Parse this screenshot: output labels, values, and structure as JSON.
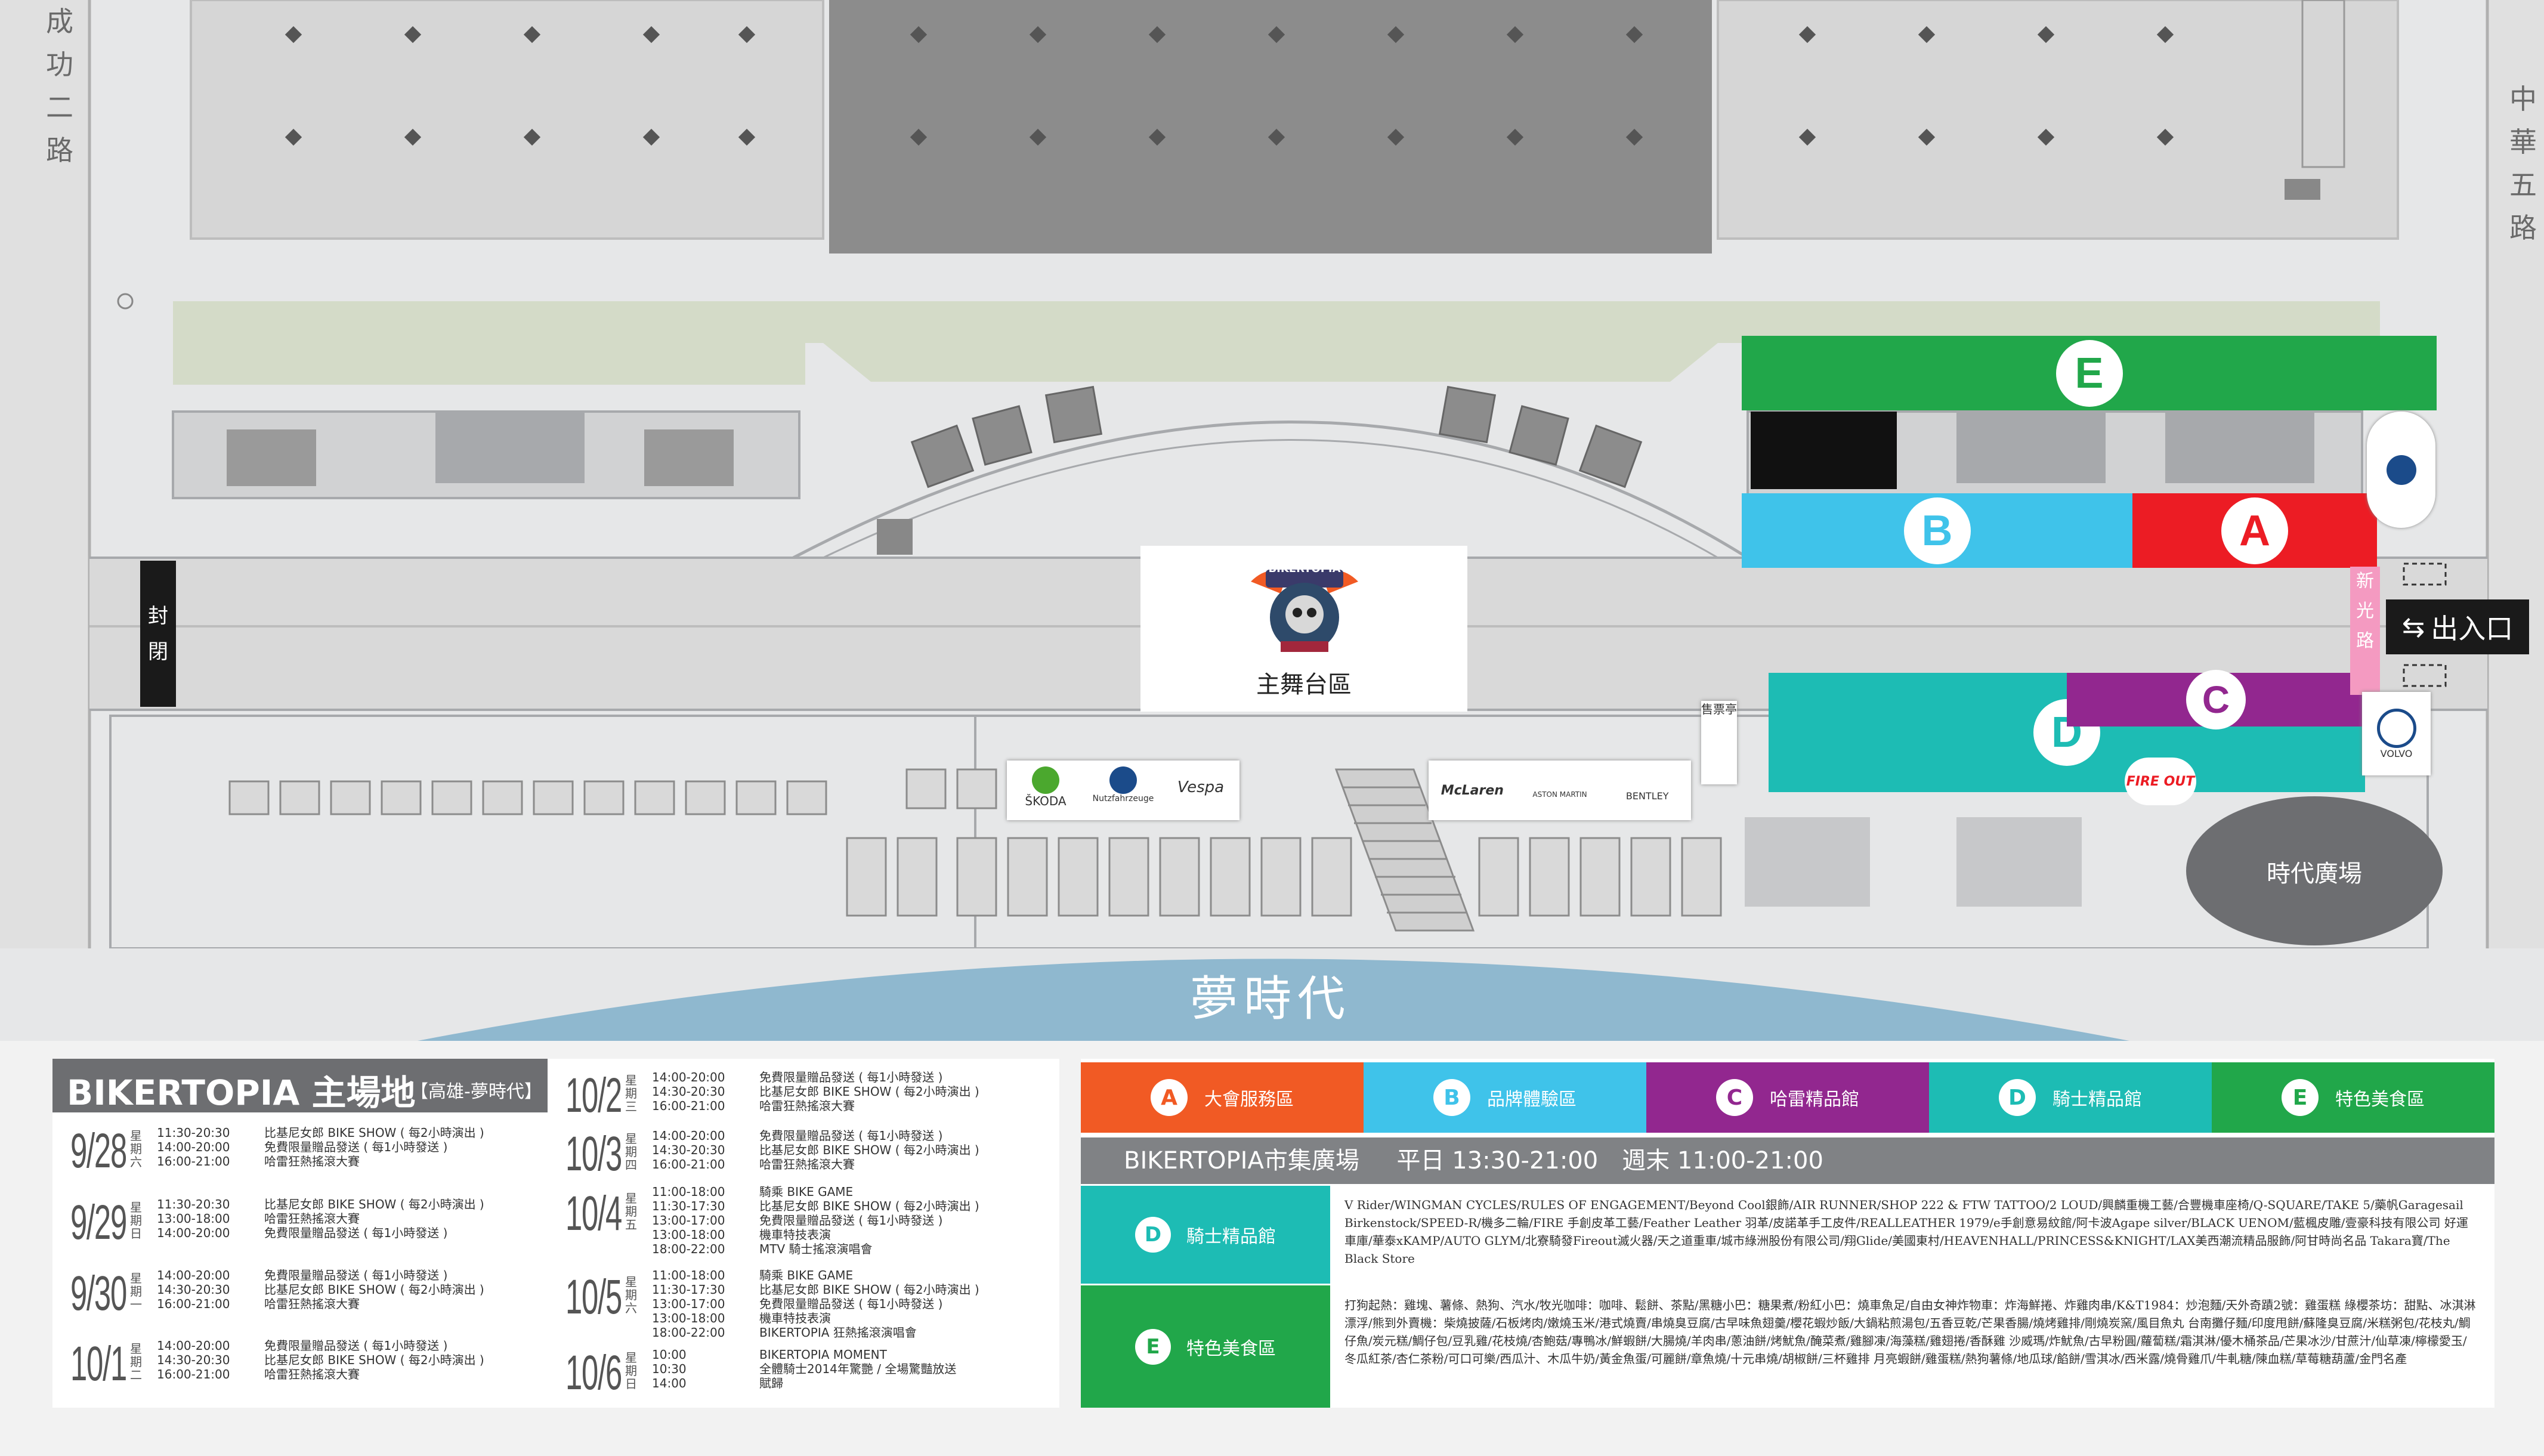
{
  "roads": {
    "left": "成功二路",
    "right": "中華五路",
    "closed": "封閉",
    "side": "新光路"
  },
  "map": {
    "main_stage": "主舞台區",
    "stage_logo_text": "BIKERTOPIA",
    "times_square": "時代廣場",
    "dream_mall": "夢時代",
    "entrance": "出入口",
    "ticket_booth": "售票亭",
    "plaza_text": "廣場",
    "fire_out": "FIRE OUT",
    "zones": [
      {
        "letter": "E",
        "color": "#21a74a"
      },
      {
        "letter": "B",
        "color": "#3fc3ea"
      },
      {
        "letter": "A",
        "color": "#ec1c24"
      },
      {
        "letter": "C",
        "color": "#92278f"
      },
      {
        "letter": "D",
        "color": "#1dbcb4"
      }
    ],
    "brands": [
      "ŠKODA",
      "Nutzfahrzeuge",
      "Vespa",
      "McLaren",
      "ASTON MARTIN",
      "BENTLEY",
      "VOLVO"
    ]
  },
  "schedule": {
    "title": "BIKERTOPIA 主場地",
    "subtitle": "【高雄-夢時代】",
    "days": [
      {
        "date": "9/28",
        "wk": "星期六",
        "events": [
          {
            "t": "11:30-20:30",
            "e": "比基尼女郎 BIKE SHOW ( 每2小時演出 )"
          },
          {
            "t": "14:00-20:00",
            "e": "免費限量贈品發送 ( 每1小時發送 )"
          },
          {
            "t": "16:00-21:00",
            "e": "哈雷狂熱搖滾大賽"
          }
        ]
      },
      {
        "date": "9/29",
        "wk": "星期日",
        "events": [
          {
            "t": "11:30-20:30",
            "e": "比基尼女郎 BIKE SHOW ( 每2小時演出 )"
          },
          {
            "t": "13:00-18:00",
            "e": "哈雷狂熱搖滾大賽"
          },
          {
            "t": "14:00-20:00",
            "e": "免費限量贈品發送 ( 每1小時發送 )"
          }
        ]
      },
      {
        "date": "9/30",
        "wk": "星期一",
        "events": [
          {
            "t": "14:00-20:00",
            "e": "免費限量贈品發送 ( 每1小時發送 )"
          },
          {
            "t": "14:30-20:30",
            "e": "比基尼女郎 BIKE SHOW ( 每2小時演出 )"
          },
          {
            "t": "16:00-21:00",
            "e": "哈雷狂熱搖滾大賽"
          }
        ]
      },
      {
        "date": "10/1",
        "wk": "星期二",
        "events": [
          {
            "t": "14:00-20:00",
            "e": "免費限量贈品發送 ( 每1小時發送 )"
          },
          {
            "t": "14:30-20:30",
            "e": "比基尼女郎 BIKE SHOW ( 每2小時演出 )"
          },
          {
            "t": "16:00-21:00",
            "e": "哈雷狂熱搖滾大賽"
          }
        ]
      },
      {
        "date": "10/2",
        "wk": "星期三",
        "events": [
          {
            "t": "14:00-20:00",
            "e": "免費限量贈品發送 ( 每1小時發送 )"
          },
          {
            "t": "14:30-20:30",
            "e": "比基尼女郎 BIKE SHOW ( 每2小時演出 )"
          },
          {
            "t": "16:00-21:00",
            "e": "哈雷狂熱搖滾大賽"
          }
        ]
      },
      {
        "date": "10/3",
        "wk": "星期四",
        "events": [
          {
            "t": "14:00-20:00",
            "e": "免費限量贈品發送 ( 每1小時發送 )"
          },
          {
            "t": "14:30-20:30",
            "e": "比基尼女郎 BIKE SHOW ( 每2小時演出 )"
          },
          {
            "t": "16:00-21:00",
            "e": "哈雷狂熱搖滾大賽"
          }
        ]
      },
      {
        "date": "10/4",
        "wk": "星期五",
        "events": [
          {
            "t": "11:00-18:00",
            "e": "騎乘 BIKE GAME"
          },
          {
            "t": "11:30-17:30",
            "e": "比基尼女郎 BIKE SHOW ( 每2小時演出 )"
          },
          {
            "t": "13:00-17:00",
            "e": "免費限量贈品發送 ( 每1小時發送 )"
          },
          {
            "t": "13:00-18:00",
            "e": "機車特技表演"
          },
          {
            "t": "18:00-22:00",
            "e": "MTV 騎士搖滾演唱會"
          }
        ]
      },
      {
        "date": "10/5",
        "wk": "星期六",
        "events": [
          {
            "t": "11:00-18:00",
            "e": "騎乘 BIKE GAME"
          },
          {
            "t": "11:30-17:30",
            "e": "比基尼女郎 BIKE SHOW ( 每2小時演出 )"
          },
          {
            "t": "13:00-17:00",
            "e": "免費限量贈品發送 ( 每1小時發送 )"
          },
          {
            "t": "13:00-18:00",
            "e": "機車特技表演"
          },
          {
            "t": "18:00-22:00",
            "e": "BIKERTOPIA 狂熱搖滾演唱會"
          }
        ]
      },
      {
        "date": "10/6",
        "wk": "星期日",
        "events": [
          {
            "t": "10:00",
            "e": "BIKERTOPIA MOMENT"
          },
          {
            "t": "10:30",
            "e": "全體騎士2014年驚艷 / 全場驚豔放送"
          },
          {
            "t": "14:00",
            "e": "賦歸"
          }
        ]
      }
    ]
  },
  "legend": {
    "items": [
      {
        "letter": "A",
        "label": "大會服務區",
        "color": "#f15a24"
      },
      {
        "letter": "B",
        "label": "品牌體驗區",
        "color": "#3fc3ea"
      },
      {
        "letter": "C",
        "label": "哈雷精品館",
        "color": "#92278f"
      },
      {
        "letter": "D",
        "label": "騎士精品館",
        "color": "#1dbcb4"
      },
      {
        "letter": "E",
        "label": "特色美食區",
        "color": "#21a74a"
      }
    ],
    "market_title": "BIKERTOPIA市集廣場",
    "market_hours": "平日 13:30-21:00　週末 11:00-21:00",
    "d_label": "騎士精品館",
    "d_text": "V Rider/WINGMAN CYCLES/RULES OF ENGAGEMENT/Beyond Cool銀飾/AIR RUNNER/SHOP 222 & FTW TATTOO/2 LOUD/興麟重機工藝/合豐機車座椅/Q-SQUARE/TAKE 5/藥帆Garagesail Birkenstock/SPEED-R/機多二輪/FIRE 手創皮革工藝/Feather Leather 羽革/皮諾革手工皮件/REALLEATHER 1979/e手創意易紋館/阿卡波Agape silver/BLACK UENOM/藍楓皮雕/壹豪科技有限公司 好運車庫/華泰xKAMP/AUTO GLYM/北寮騎發Fireout滅火器/天之道重車/城市綠洲股份有限公司/翔Glide/美國東村/HEAVENHALL/PRINCESS&KNIGHT/LAX美西潮流精品服飾/阿甘時尚名品 Takara寶/The Black Store",
    "e_label": "特色美食區",
    "e_text": "打狗起熱：雞塊、薯條、熱狗、汽水/牧光咖啡：咖啡、鬆餅、茶點/黑糖小巴：糖果煮/粉紅小巴：燒車魚足/自由女神炸物車：炸海鮮捲、炸雞肉串/K&T1984：炒泡麵/天外奇蹟2號：雞蛋糕 綠櫻茶坊：甜點、冰淇淋漂浮/熊到外賣機：柴燒披薩/石板烤肉/嫩燒玉米/港式燒賣/串燒臭豆腐/古早味魚翅羹/櫻花蝦炒飯/大鍋粘煎湯包/五香豆乾/芒果香腸/燒烤雞排/剛燒炭窯/風目魚丸 台南攤仔麵/印度甩餅/蘇隆臭豆腐/米糕粥包/花枝丸/鯛仔魚/炭元糕/鯛仔包/豆乳雞/花枝燒/杏鮑菇/專鴨冰/鮮蝦餅/大腸燒/羊肉串/蔥油餅/烤魷魚/醃菜煮/雞腳凍/海藻糕/雞翅捲/香酥雞 沙威瑪/炸魷魚/古早粉圓/蘿蔔糕/霜淇淋/優木桶茶品/芒果冰沙/甘蔗汁/仙草凍/檸檬愛玉/冬瓜紅茶/杏仁茶粉/可口可樂/西瓜汁、木瓜牛奶/黃金魚蛋/可麗餅/章魚燒/十元串燒/胡椒餅/三杯雞排 月亮蝦餅/雞蛋糕/熱狗薯條/地瓜球/餡餅/雪淇冰/西米露/燒骨雞爪/牛軋糖/陳血糕/草莓糖葫蘆/金門名產"
  }
}
